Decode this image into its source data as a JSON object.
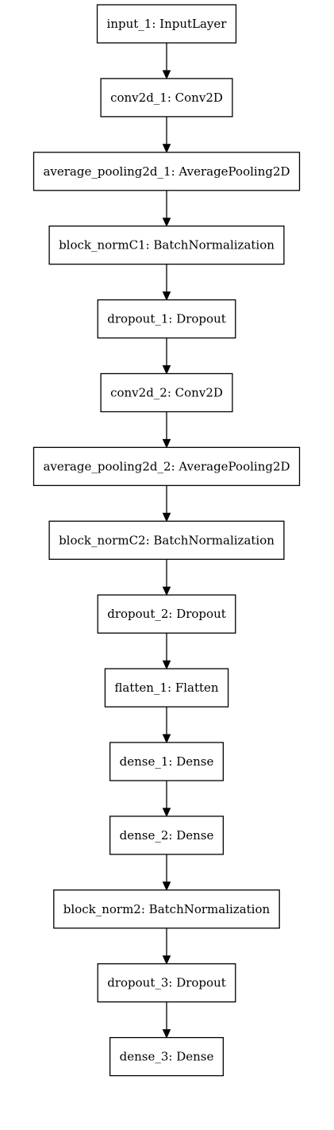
{
  "nodes": [
    "input_1: InputLayer",
    "conv2d_1: Conv2D",
    "average_pooling2d_1: AveragePooling2D",
    "block_normC1: BatchNormalization",
    "dropout_1: Dropout",
    "conv2d_2: Conv2D",
    "average_pooling2d_2: AveragePooling2D",
    "block_normC2: BatchNormalization",
    "dropout_2: Dropout",
    "flatten_1: Flatten",
    "dense_1: Dense",
    "dense_2: Dense",
    "block_norm2: BatchNormalization",
    "dropout_3: Dropout",
    "dense_3: Dense"
  ],
  "edges": [
    [
      "input_1: InputLayer",
      "conv2d_1: Conv2D"
    ],
    [
      "conv2d_1: Conv2D",
      "average_pooling2d_1: AveragePooling2D"
    ],
    [
      "average_pooling2d_1: AveragePooling2D",
      "block_normC1: BatchNormalization"
    ],
    [
      "block_normC1: BatchNormalization",
      "dropout_1: Dropout"
    ],
    [
      "dropout_1: Dropout",
      "conv2d_2: Conv2D"
    ],
    [
      "conv2d_2: Conv2D",
      "average_pooling2d_2: AveragePooling2D"
    ],
    [
      "average_pooling2d_2: AveragePooling2D",
      "block_normC2: BatchNormalization"
    ],
    [
      "block_normC2: BatchNormalization",
      "dropout_2: Dropout"
    ],
    [
      "dropout_2: Dropout",
      "flatten_1: Flatten"
    ],
    [
      "flatten_1: Flatten",
      "dense_1: Dense"
    ],
    [
      "dense_1: Dense",
      "dense_2: Dense"
    ],
    [
      "dense_2: Dense",
      "block_norm2: BatchNormalization"
    ],
    [
      "block_norm2: BatchNormalization",
      "dropout_3: Dropout"
    ],
    [
      "dropout_3: Dropout",
      "dense_3: Dense"
    ]
  ]
}
